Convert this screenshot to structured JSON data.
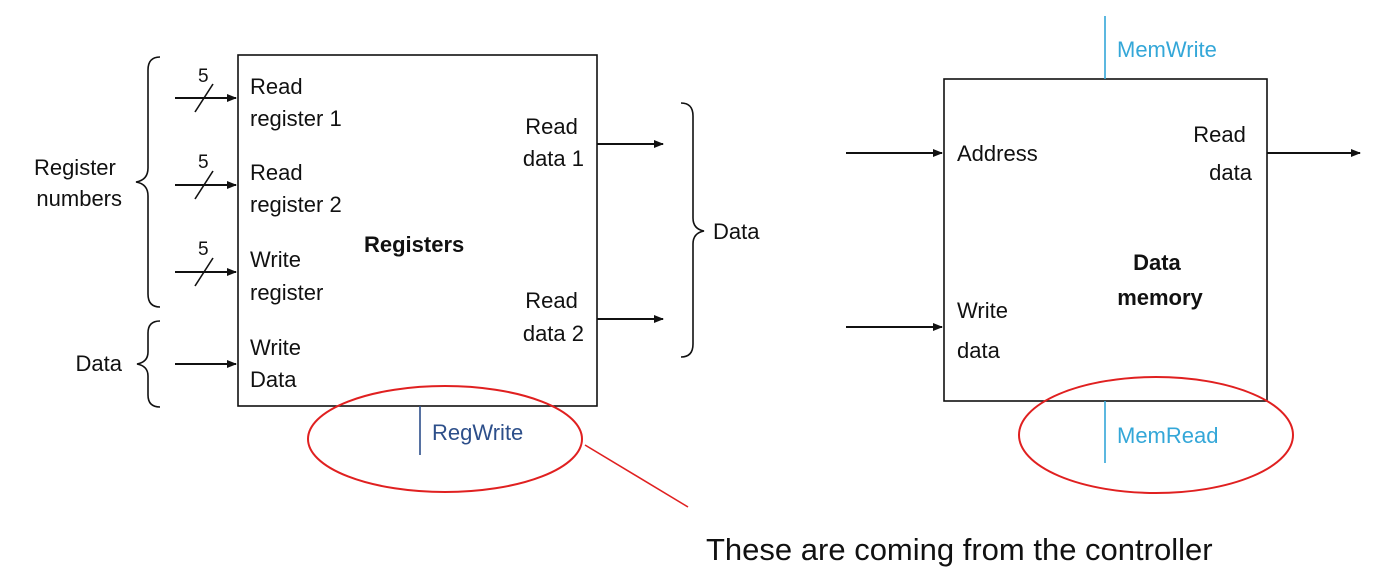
{
  "colors": {
    "line": "#111111",
    "regwrite": "#2d4f8a",
    "mem_control": "#34a7d8",
    "highlight": "#e02020"
  },
  "registers": {
    "title": "Registers",
    "bus_width_1": "5",
    "bus_width_2": "5",
    "bus_width_3": "5",
    "input_1": [
      "Read",
      "register 1"
    ],
    "input_2": [
      "Read",
      "register 2"
    ],
    "input_3": [
      "Write",
      "register"
    ],
    "input_4": [
      "Write",
      "Data"
    ],
    "output_1": [
      "Read",
      "data 1"
    ],
    "output_2": [
      "Read",
      "data 2"
    ],
    "control": "RegWrite",
    "left_group_registers": [
      "Register",
      "numbers"
    ],
    "left_group_data": "Data",
    "right_group_data": "Data"
  },
  "memory": {
    "title": [
      "Data",
      "memory"
    ],
    "input_address": "Address",
    "input_write": [
      "Write",
      "data"
    ],
    "output": [
      "Read",
      "data"
    ],
    "control_top": "MemWrite",
    "control_bottom": "MemRead"
  },
  "note": "These are coming from the controller"
}
